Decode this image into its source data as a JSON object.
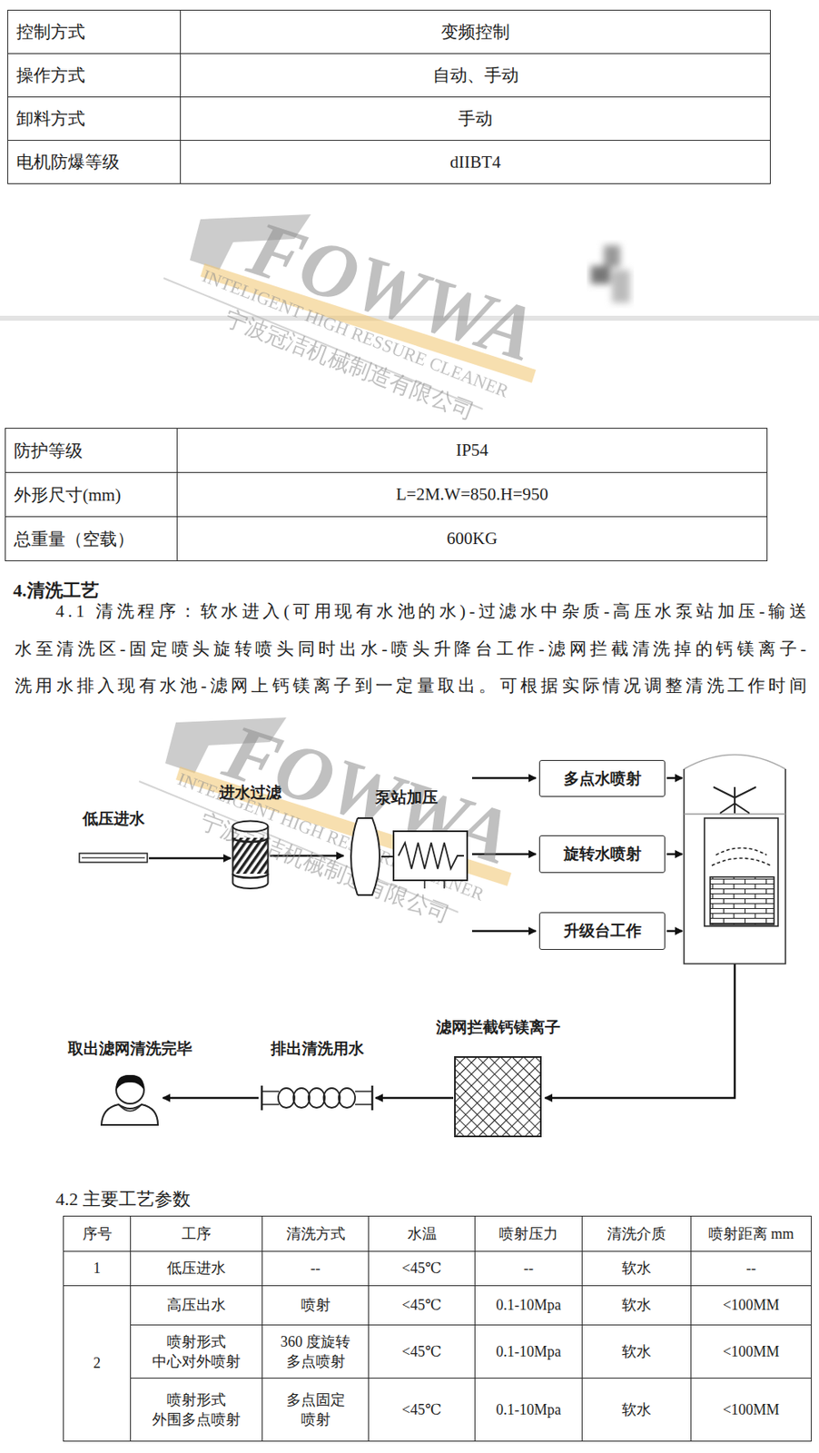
{
  "diagram": {
    "nodes": [
      {
        "text": [
          "低压进水"
        ]
      },
      {
        "text": [
          "进水过滤"
        ]
      },
      {
        "text": [
          "泵站加压"
        ]
      },
      {
        "text": [
          "多点水喷射"
        ]
      },
      {
        "text": [
          "旋转水喷射"
        ]
      },
      {
        "text": [
          "升级台工作"
        ]
      },
      {
        "text": [
          "滤网拦截钙镁离子"
        ]
      },
      {
        "text": [
          "排出清洗用水"
        ]
      },
      {
        "text": [
          "取出滤网清洗完毕"
        ]
      }
    ],
    "edges": [
      {
        "from": 0,
        "to": 1,
        "arrow": "to"
      },
      {
        "from": 1,
        "to": 2,
        "arrow": "to"
      },
      {
        "from": 6,
        "to": 7,
        "arrow": "to"
      },
      {
        "from": 7,
        "to": 8,
        "arrow": "to"
      }
    ],
    "labels": [
      "控制方式",
      "变频控制",
      "操作方式",
      "自动、手动",
      "卸料方式",
      "手动",
      "电机防爆等级",
      "dIIBT4",
      "FOWWA",
      "INTELIGENT HIGH RESSURE CLEANER",
      "宁波冠洁机械制造有限公司",
      "防护等级",
      "IP54",
      "外形尺寸(mm)",
      "L=2M.W=850.H=950",
      "总重量（空载）",
      "600KG",
      "4.清洗工艺",
      "4.1 清洗程序：软水进入(可用现有水池的水)-过滤水中杂质-高压水泵站加压-输送",
      "水至清洗区-固定喷头旋转喷头同时出水-喷头升降台工作-滤网拦截清洗掉的钙镁离子-",
      "洗用水排入现有水池-滤网上钙镁离子到一定量取出。可根据实际情况调整清洗工作时间",
      "FOWWA",
      "INTELIGENT HIGH RESSURE CLEANER",
      "宁波冠洁机械制造有限公司",
      "4.2 主要工艺参数",
      "序号",
      "工序",
      "清洗方式",
      "水温",
      "喷射压力",
      "清洗介质",
      "喷射距离 mm",
      "1",
      "低压进水",
      "--",
      "<45℃",
      "--",
      "软水",
      "--",
      "2",
      "高压出水",
      "喷射",
      "<45℃",
      "0.1-10Mpa",
      "软水",
      "<100MM",
      "喷射形式 中心对外喷射",
      "360 度旋转 多点喷射",
      "<45℃",
      "0.1-10Mpa",
      "软水",
      "<100MM",
      "喷射形式 外围多点喷射",
      "多点固定 喷射",
      "<45℃",
      "0.1-10Mpa",
      "软水",
      "<100MM"
    ]
  }
}
